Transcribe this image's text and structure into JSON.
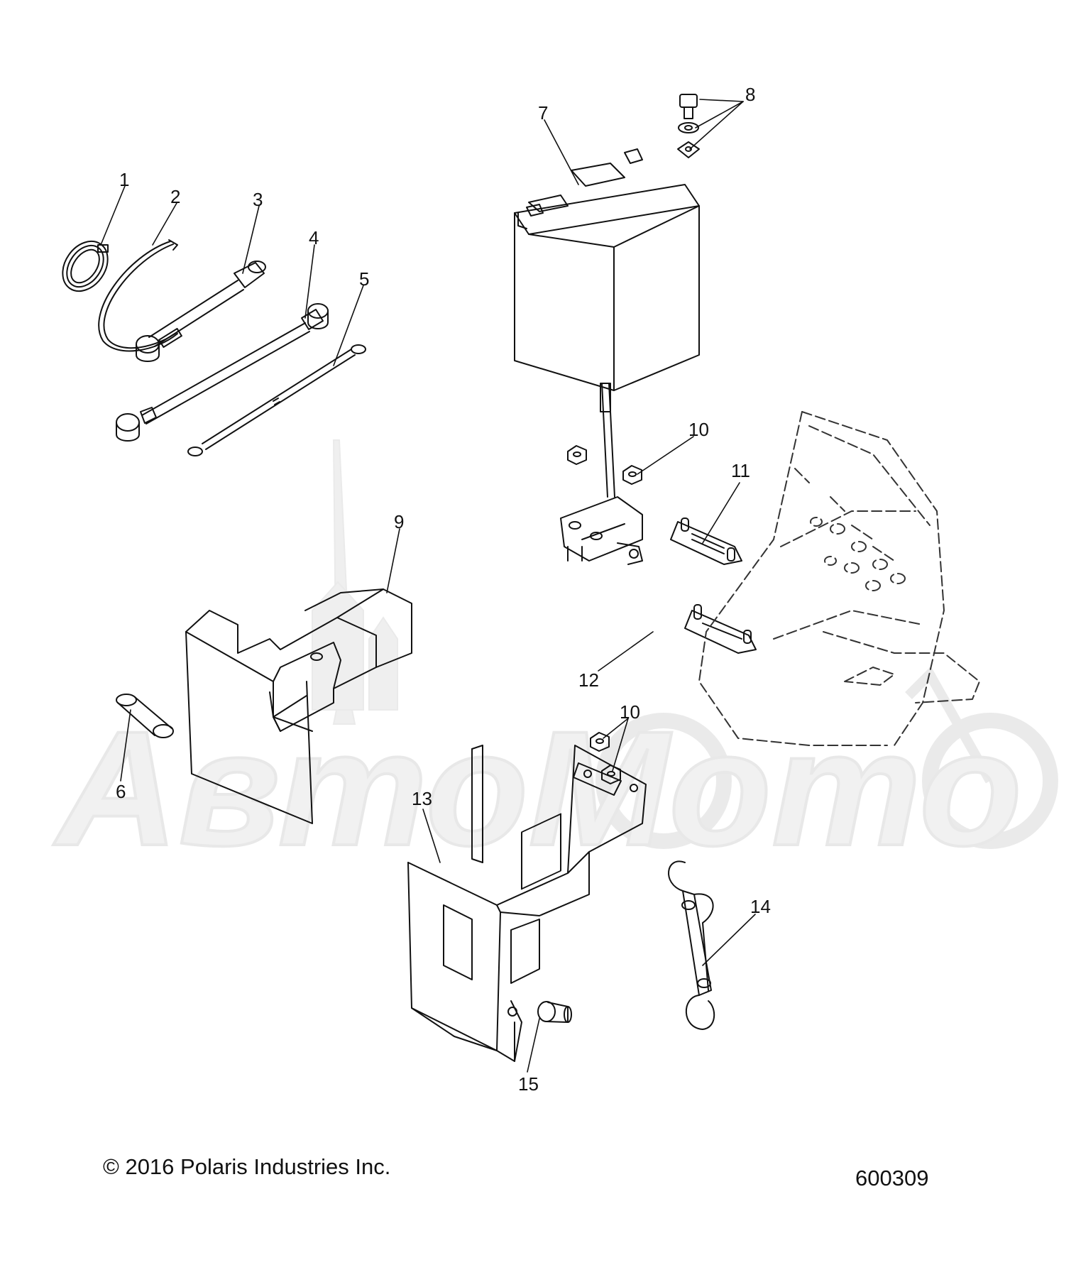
{
  "watermark": {
    "text": "AвтоМото"
  },
  "callouts": [
    {
      "id": "1",
      "text": "1"
    },
    {
      "id": "2",
      "text": "2"
    },
    {
      "id": "3",
      "text": "3"
    },
    {
      "id": "4",
      "text": "4"
    },
    {
      "id": "5",
      "text": "5"
    },
    {
      "id": "6",
      "text": "6"
    },
    {
      "id": "7",
      "text": "7"
    },
    {
      "id": "8",
      "text": "8"
    },
    {
      "id": "9",
      "text": "9"
    },
    {
      "id": "10a",
      "text": "10"
    },
    {
      "id": "10b",
      "text": "10"
    },
    {
      "id": "11",
      "text": "11"
    },
    {
      "id": "12",
      "text": "12"
    },
    {
      "id": "13",
      "text": "13"
    },
    {
      "id": "14",
      "text": "14"
    },
    {
      "id": "15",
      "text": "15"
    }
  ],
  "footer": {
    "copyright": "© 2016 Polaris Industries Inc.",
    "drawing_number": "600309"
  }
}
